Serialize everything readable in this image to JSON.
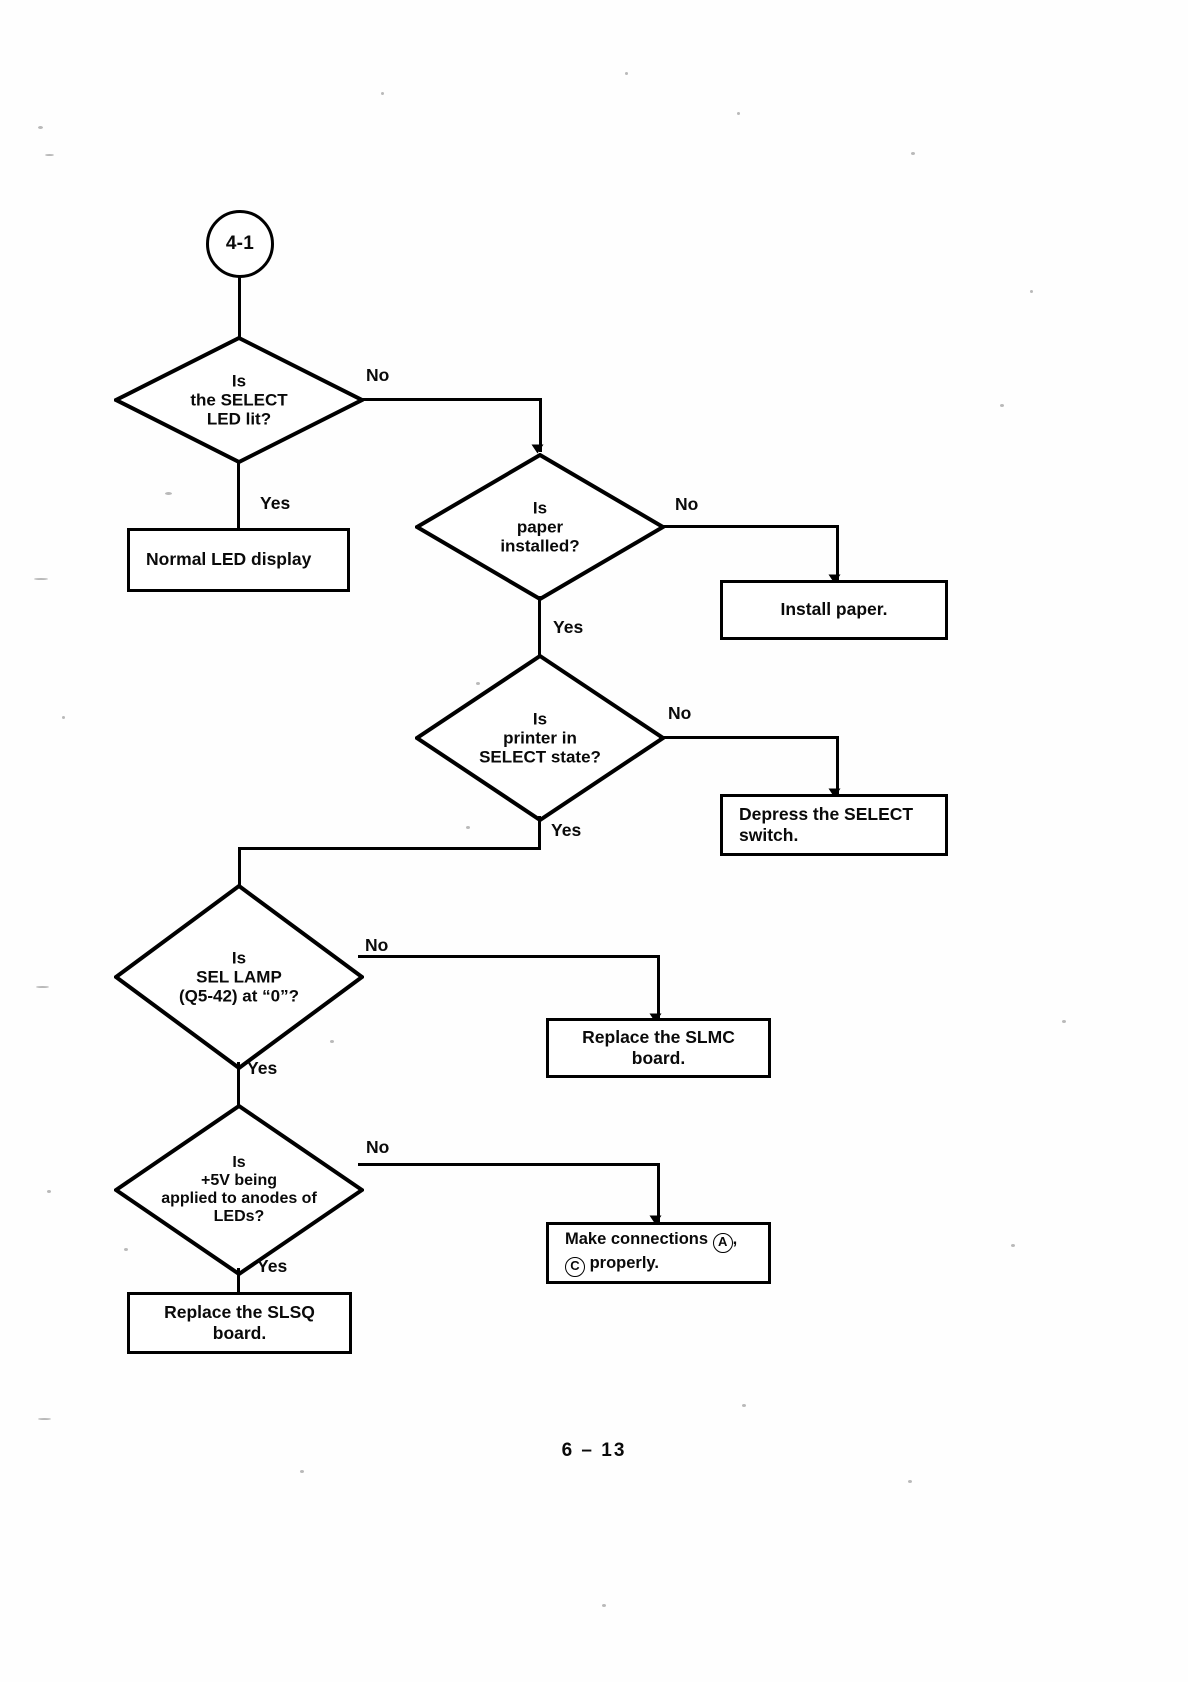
{
  "document": {
    "page_number": "6 – 13",
    "type": "troubleshooting-flowchart"
  },
  "chart_data": {
    "type": "diagram",
    "title": "SELECT LED troubleshooting flowchart",
    "nodes": [
      {
        "id": "start",
        "shape": "circle",
        "text": "4-1"
      },
      {
        "id": "d1",
        "shape": "diamond",
        "lines": [
          "Is",
          "the SELECT",
          "LED lit?"
        ]
      },
      {
        "id": "p1",
        "shape": "box",
        "lines": [
          "Normal LED display"
        ]
      },
      {
        "id": "d2",
        "shape": "diamond",
        "lines": [
          "Is",
          "paper",
          "installed?"
        ]
      },
      {
        "id": "p2",
        "shape": "box",
        "lines": [
          "Install paper."
        ]
      },
      {
        "id": "d3",
        "shape": "diamond",
        "lines": [
          "Is",
          "printer in",
          "SELECT state?"
        ]
      },
      {
        "id": "p3",
        "shape": "box",
        "lines": [
          "Depress the SELECT",
          "switch."
        ]
      },
      {
        "id": "d4",
        "shape": "diamond",
        "lines": [
          "Is",
          "SEL LAMP",
          "(Q5-42) at “0”?"
        ]
      },
      {
        "id": "p4",
        "shape": "box",
        "lines": [
          "Replace the SLMC board."
        ]
      },
      {
        "id": "d5",
        "shape": "diamond",
        "lines": [
          "Is",
          "+5V being",
          "applied to anodes of",
          "LEDs?"
        ]
      },
      {
        "id": "p5",
        "shape": "box",
        "lines": [
          "Make connections Ⓐ,",
          "Ⓒ properly."
        ]
      },
      {
        "id": "p6",
        "shape": "box",
        "lines": [
          "Replace the SLSQ board."
        ]
      }
    ],
    "edges": [
      {
        "from": "start",
        "to": "d1",
        "label": ""
      },
      {
        "from": "d1",
        "to": "p1",
        "label": "Yes"
      },
      {
        "from": "d1",
        "to": "d2",
        "label": "No"
      },
      {
        "from": "d2",
        "to": "p2",
        "label": "No"
      },
      {
        "from": "d2",
        "to": "d3",
        "label": "Yes"
      },
      {
        "from": "d3",
        "to": "p3",
        "label": "No"
      },
      {
        "from": "d3",
        "to": "d4",
        "label": "Yes"
      },
      {
        "from": "d4",
        "to": "p4",
        "label": "No"
      },
      {
        "from": "d4",
        "to": "d5",
        "label": "Yes"
      },
      {
        "from": "d5",
        "to": "p5",
        "label": "No"
      },
      {
        "from": "d5",
        "to": "p6",
        "label": "Yes"
      }
    ]
  },
  "start_node": {
    "label": "4-1"
  },
  "decisions": {
    "select_led": {
      "l1": "Is",
      "l2": "the SELECT",
      "l3": "LED lit?"
    },
    "paper": {
      "l1": "Is",
      "l2": "paper",
      "l3": "installed?"
    },
    "select_state": {
      "l1": "Is",
      "l2": "printer in",
      "l3": "SELECT state?"
    },
    "sel_lamp": {
      "l1": "Is",
      "l2": "SEL LAMP",
      "l3": "(Q5-42) at “0”?"
    },
    "plus5v": {
      "l1": "Is",
      "l2": "+5V being",
      "l3": "applied to anodes of",
      "l4": "LEDs?"
    }
  },
  "processes": {
    "normal_led": {
      "l1": "Normal LED display"
    },
    "install_paper": {
      "l1": "Install paper."
    },
    "depress_select": {
      "l1": "Depress the SELECT",
      "l2": "switch."
    },
    "replace_slmc": {
      "l1": "Replace the SLMC board."
    },
    "make_connections": {
      "pre": "Make connections",
      "mark_a": "A",
      "post_a": ",",
      "mark_c": "C",
      "post_c": "properly."
    },
    "replace_slsq": {
      "l1": "Replace the SLSQ board."
    }
  },
  "edge_labels": {
    "d1_no": "No",
    "d1_yes": "Yes",
    "d2_no": "No",
    "d2_yes": "Yes",
    "d3_no": "No",
    "d3_yes": "Yes",
    "d4_no": "No",
    "d4_yes": "Yes",
    "d5_no": "No",
    "d5_yes": "Yes"
  },
  "colors": {
    "ink": "#0a0a0a",
    "paper": "#fefefe",
    "line": "#000000"
  }
}
